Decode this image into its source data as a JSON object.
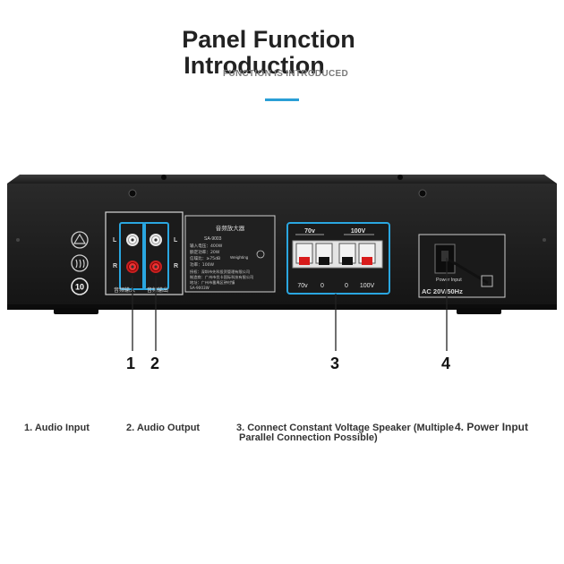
{
  "header": {
    "title_line1": "Panel Function",
    "title_line2": "Introduction",
    "subtitle": "FUNCTION IS INTRODUCED",
    "accent_color": "#2a9fd6"
  },
  "panel": {
    "channel_left": "L",
    "channel_right": "R",
    "input_label": "音频输入",
    "output_label": "音频输出",
    "terminal_labels": [
      "70v",
      "0",
      "0",
      "100V"
    ],
    "terminal_group_70v": "70v",
    "terminal_group_100v": "100V",
    "power_input_label": "Power Input",
    "power_rating": "AC 20V/50Hz",
    "nameplate": {
      "heading": "音频放大器",
      "model": "SA-9003",
      "weight": "Weighting",
      "lines": [
        "输入电压：400W",
        "额定功率：20W",
        "信噪比：≥75dB",
        "功率：100W"
      ],
      "footer": [
        "授权：深圳市先科投资管理有限公司",
        "制造商：广州市优卡国际科技有限公司",
        "地址：广州市番禺区钟村镇",
        "SA-9003W"
      ]
    },
    "icons": [
      "certification-icon",
      "heat-icon",
      "age-rating-icon"
    ],
    "age_rating": "10"
  },
  "callouts": [
    {
      "number": "1",
      "caption": "1. Audio Input"
    },
    {
      "number": "2",
      "caption": "2. Audio Output"
    },
    {
      "number": "3",
      "caption_line1": "3. Connect Constant Voltage Speaker (Multiple",
      "caption_line2": "Parallel Connection Possible)"
    },
    {
      "number": "4",
      "caption": "4. Power Input"
    }
  ]
}
